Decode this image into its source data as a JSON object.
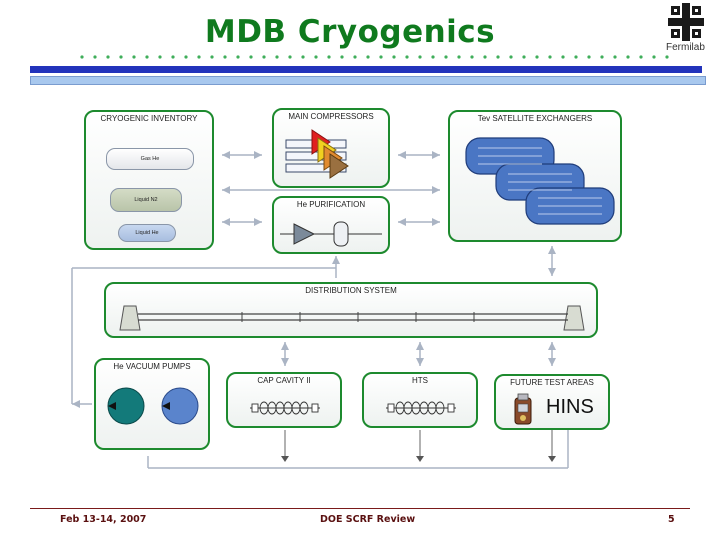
{
  "header": {
    "title": "MDB Cryogenics",
    "logo_text": "Fermilab"
  },
  "boxes": {
    "inventory": {
      "label": "CRYOGENIC INVENTORY",
      "items": [
        "Gas He",
        "Liquid N2",
        "Liquid He"
      ]
    },
    "compressors": {
      "label": "MAIN COMPRESSORS"
    },
    "satellite": {
      "label": "Tev SATELLITE EXCHANGERS"
    },
    "purification": {
      "label": "He PURIFICATION"
    },
    "distribution": {
      "label": "DISTRIBUTION SYSTEM"
    },
    "vacuum": {
      "label": "He VACUUM PUMPS"
    },
    "cap_cavity": {
      "label": "CAP CAVITY II"
    },
    "hts": {
      "label": "HTS"
    },
    "future": {
      "label": "FUTURE TEST AREAS",
      "hins": "HINS"
    }
  },
  "footer": {
    "date": "Feb 13-14, 2007",
    "event": "DOE SCRF Review",
    "page": "5"
  },
  "colors": {
    "title": "#0f7a1e",
    "box_border": "#1d8a2e",
    "top_bar": "#2233bb",
    "sub_bar": "#a8c8ee",
    "exchanger": "#4a76c4",
    "pump_left": "#137a7a",
    "pump_right": "#5a84cc"
  }
}
